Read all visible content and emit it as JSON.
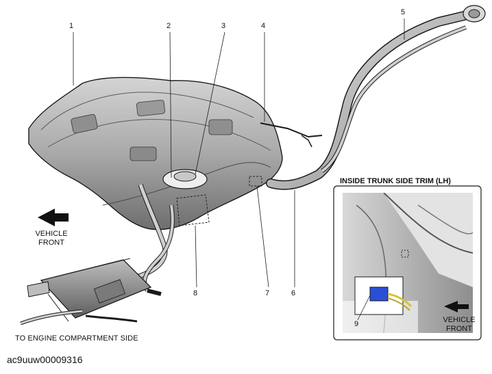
{
  "callouts": [
    "1",
    "2",
    "3",
    "4",
    "5",
    "6",
    "7",
    "8",
    "9"
  ],
  "vehicle_front_main": [
    "VEHICLE",
    "FRONT"
  ],
  "engine_caption": "TO ENGINE COMPARTMENT SIDE",
  "inset": {
    "title": "INSIDE TRUNK SIDE TRIM (LH)",
    "vehicle_front": [
      "VEHICLE",
      "FRONT"
    ]
  },
  "figure_code": "ac9uuw00009316",
  "colors": {
    "line_art": "#1a1a1a",
    "tank_fill": "#b9b9b9",
    "connector": "#2a4fd6",
    "harness": "#d4c23a"
  }
}
